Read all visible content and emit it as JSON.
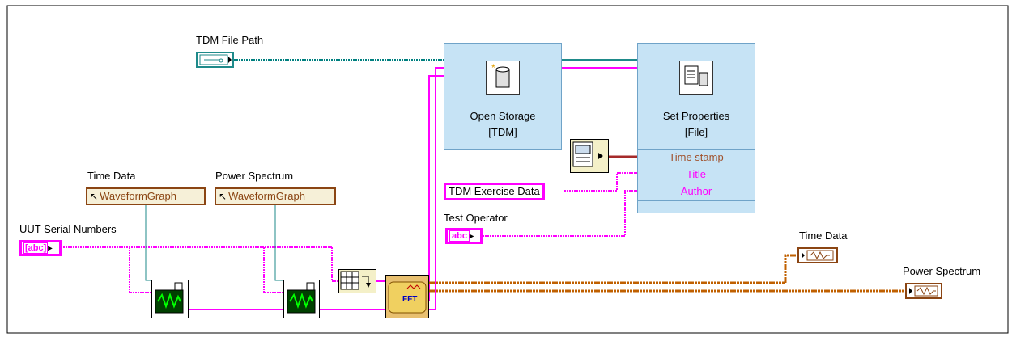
{
  "labels": {
    "tdm_file_path": "TDM File Path",
    "time_data_ref": "Time Data",
    "power_spectrum_ref": "Power Spectrum",
    "uut_serial": "UUT Serial Numbers",
    "test_operator": "Test Operator",
    "time_data_ind": "Time Data",
    "power_spectrum_ind": "Power Spectrum"
  },
  "refnums": {
    "time_data": "WaveformGraph",
    "power_spectrum": "WaveformGraph"
  },
  "open_storage": {
    "line1": "Open Storage",
    "line2": "[TDM]"
  },
  "set_properties": {
    "line1": "Set Properties",
    "line2": "[File]",
    "rows": [
      "Time stamp",
      "Title",
      "Author"
    ]
  },
  "string_constant": "TDM Exercise Data",
  "icons": {
    "string_control": "abc",
    "fft": "FFT",
    "waveform_indicator": "waveform-icon"
  },
  "colors": {
    "string_wire": "#ff00ff",
    "path_wire": "#008080",
    "refnum_wire": "#1e8a8a",
    "waveform_wire": "#c06000",
    "express_bg": "#c6e3f5",
    "timestamp_text": "#a0522d",
    "title_text": "#ff00ff",
    "author_text": "#ff00ff"
  }
}
